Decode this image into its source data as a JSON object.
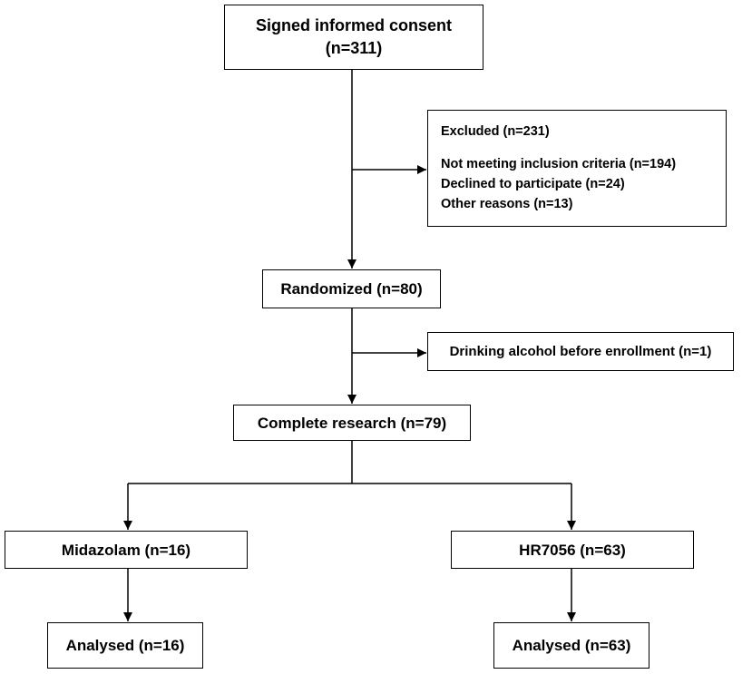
{
  "diagram": {
    "consent": {
      "title": "Signed informed consent",
      "count": "(n=311)"
    },
    "excluded": {
      "title": "Excluded  (n=231)",
      "reasons": [
        "Not meeting inclusion criteria (n=194)",
        "Declined to participate (n=24)",
        "Other reasons (n=13)"
      ]
    },
    "randomized": "Randomized (n=80)",
    "dropout": "Drinking alcohol before enrollment (n=1)",
    "complete": "Complete research (n=79)",
    "groups": [
      {
        "name": "Midazolam (n=16)",
        "analysed": "Analysed (n=16)"
      },
      {
        "name": "HR7056 (n=63)",
        "analysed": "Analysed (n=63)"
      }
    ]
  }
}
